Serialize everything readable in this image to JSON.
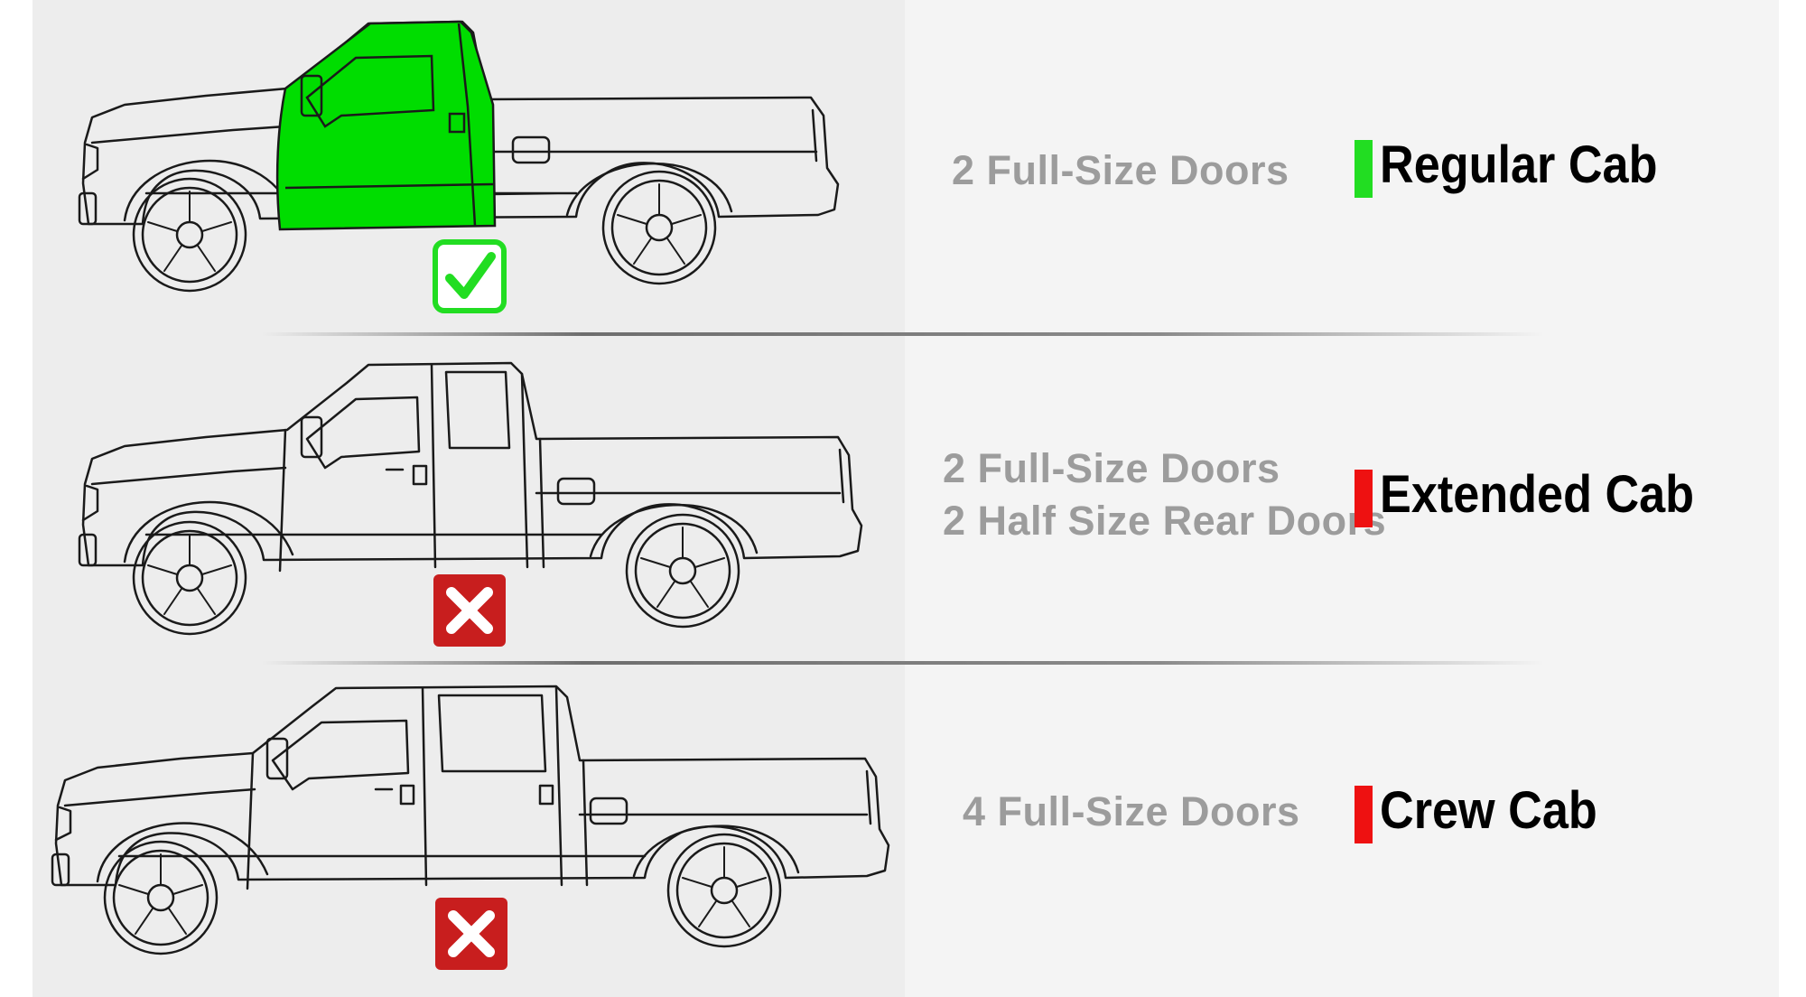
{
  "cab_types": [
    {
      "name": "Regular Cab",
      "doors": [
        "2 Full-Size Doors"
      ],
      "fits": true,
      "marker_color": "#22dd22",
      "badge_icon": "check-icon"
    },
    {
      "name": "Extended Cab",
      "doors": [
        "2 Full-Size Doors",
        "2 Half Size Rear Doors"
      ],
      "fits": false,
      "marker_color": "#ee1111",
      "badge_icon": "cross-icon"
    },
    {
      "name": "Crew Cab",
      "doors": [
        "4 Full-Size Doors"
      ],
      "fits": false,
      "marker_color": "#ee1111",
      "badge_icon": "cross-icon"
    }
  ],
  "colors": {
    "highlight_cab": "#00dd00",
    "check_green": "#22dd22",
    "cross_red": "#c81e1e",
    "line_art": "#1a1a1a",
    "description_text": "#9c9c9c"
  }
}
